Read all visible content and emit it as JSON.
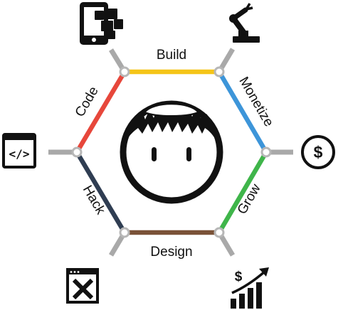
{
  "colors": {
    "build": "#f5c518",
    "monetize": "#3d95d9",
    "grow": "#3fb54a",
    "design": "#7a5238",
    "hack": "#2f3d52",
    "code": "#e7473b",
    "spoke": "#a9a9a9",
    "node_fill": "#ffffff",
    "node_stroke": "#b7b7b7",
    "ink": "#111111"
  },
  "edges": {
    "build": "Build",
    "monetize": "Monetize",
    "grow": "Grow",
    "design": "Design",
    "hack": "Hack",
    "code": "Code"
  },
  "icons": {
    "top": "mobile-apps-icon",
    "top_right": "robot-arm-icon",
    "right": "dollar-coin-icon",
    "bottom_right": "growth-chart-icon",
    "bottom_left": "design-window-icon",
    "left": "code-window-icon",
    "center": "face-with-kippah-icon"
  }
}
